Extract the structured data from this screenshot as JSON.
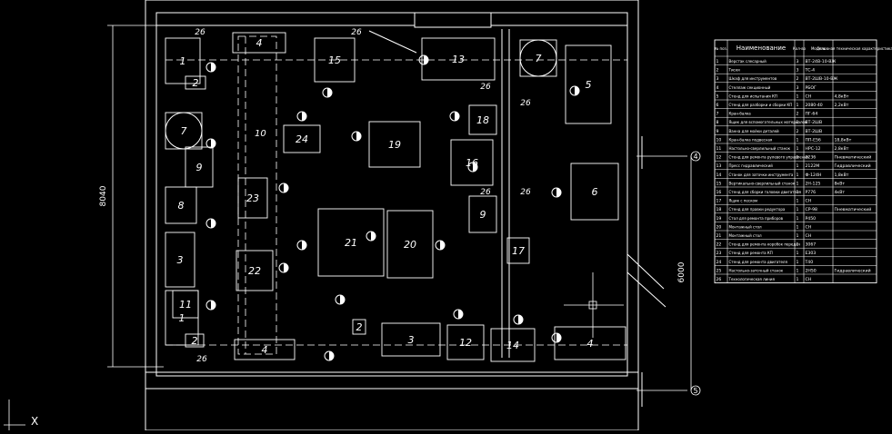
{
  "plan": {
    "dim_vertical": "8040",
    "dim_right": "6000",
    "axis_marks": [
      "4",
      "5"
    ],
    "ucs_axis": "X",
    "zone_label": "10",
    "equipment": [
      {
        "n": "1"
      },
      {
        "n": "1"
      },
      {
        "n": "2"
      },
      {
        "n": "2"
      },
      {
        "n": "2"
      },
      {
        "n": "3"
      },
      {
        "n": "3"
      },
      {
        "n": "4"
      },
      {
        "n": "4"
      },
      {
        "n": "4"
      },
      {
        "n": "5"
      },
      {
        "n": "6"
      },
      {
        "n": "7"
      },
      {
        "n": "7"
      },
      {
        "n": "8"
      },
      {
        "n": "9"
      },
      {
        "n": "9"
      },
      {
        "n": "11"
      },
      {
        "n": "12"
      },
      {
        "n": "13"
      },
      {
        "n": "14"
      },
      {
        "n": "15"
      },
      {
        "n": "16"
      },
      {
        "n": "17"
      },
      {
        "n": "18"
      },
      {
        "n": "19"
      },
      {
        "n": "20"
      },
      {
        "n": "21"
      },
      {
        "n": "22"
      },
      {
        "n": "23"
      },
      {
        "n": "24"
      },
      {
        "n": "26"
      },
      {
        "n": "26"
      },
      {
        "n": "26"
      },
      {
        "n": "26"
      },
      {
        "n": "26"
      },
      {
        "n": "26"
      },
      {
        "n": "26"
      }
    ]
  },
  "spec": {
    "headers": [
      "№ поз.",
      "Наименование",
      "Кол-во",
      "Модель",
      "Основная техническая характеристика"
    ],
    "rows": [
      [
        "1",
        "Верстак слесарный",
        "3",
        "ВТ-24В-10-ВЖ",
        ""
      ],
      [
        "2",
        "Тиски",
        "3",
        "ТС-4",
        ""
      ],
      [
        "3",
        "Шкаф для инструментов",
        "2",
        "ВТ-2ШВ-10-ВЖ",
        ""
      ],
      [
        "4",
        "Стеллаж секционный",
        "3",
        "РБОГ",
        ""
      ],
      [
        "5",
        "Стенд для испытания КП",
        "1",
        "СН",
        "4,8кВт"
      ],
      [
        "6",
        "Стенд для разборки и сборки КП",
        "1",
        "2080-40",
        "2,2кВт"
      ],
      [
        "7",
        "Кран-балка",
        "2",
        "ПГ-64",
        ""
      ],
      [
        "8",
        "Ящик для вспомогательных материалов",
        "1",
        "ВТ-2ШВ",
        ""
      ],
      [
        "9",
        "Ванна для мойки деталей",
        "2",
        "ВТ-2ШВ",
        ""
      ],
      [
        "10",
        "Кран-балка подвесная",
        "1",
        "ПП-E56",
        "18,8кВт"
      ],
      [
        "11",
        "Настольно-сверлильный станок",
        "1",
        "НРС-12",
        "2,8кВт"
      ],
      [
        "12",
        "Стенд для ремонта рулевого управления",
        "1",
        "2236",
        "Пневматический"
      ],
      [
        "13",
        "Пресс гидравлический",
        "1",
        "2122М",
        "Гидравлический"
      ],
      [
        "14",
        "Станок для заточки инструмента",
        "1",
        "Ф-124Н",
        "1,8кВт"
      ],
      [
        "15",
        "Вертикально-сверлильный станок",
        "1",
        "2Н-125",
        "8кВт"
      ],
      [
        "16",
        "Стенд для сборки головки двигателя",
        "1",
        "Р776",
        "4кВт"
      ],
      [
        "17",
        "Ящик с песком",
        "1",
        "СН",
        ""
      ],
      [
        "18",
        "Стенд для правки редуктора",
        "1",
        "СР-98",
        "Пневматический"
      ],
      [
        "19",
        "Стол для ремонта приборов",
        "1",
        "Р450",
        ""
      ],
      [
        "20",
        "Монтажный стол",
        "1",
        "СН",
        ""
      ],
      [
        "21",
        "Монтажный стол",
        "1",
        "СН",
        ""
      ],
      [
        "22",
        "Стенд для ремонта коробок передач",
        "1",
        "3067",
        ""
      ],
      [
        "23",
        "Стенд для ремонта КП",
        "1",
        "Е303",
        ""
      ],
      [
        "24",
        "Стенд для ремонта двигателя",
        "1",
        "Т40",
        ""
      ],
      [
        "25",
        "Настольно-заточный станок",
        "1",
        "2Н50",
        "Гидравлический"
      ],
      [
        "26",
        "Технологическая линия",
        "1",
        "СН",
        ""
      ]
    ]
  }
}
